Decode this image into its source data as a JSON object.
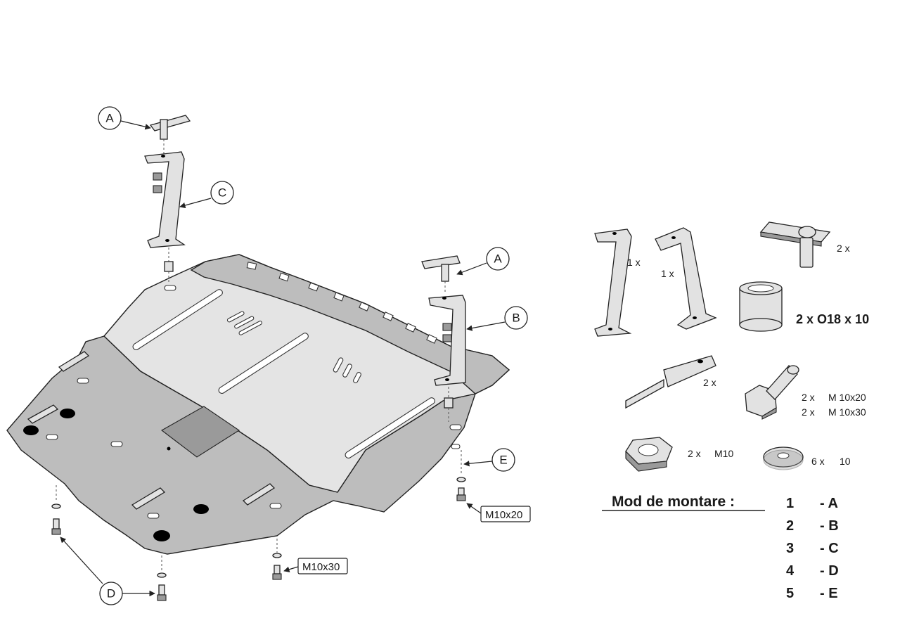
{
  "callouts": {
    "a_top": "A",
    "c": "C",
    "a_right": "A",
    "b": "B",
    "e": "E",
    "d": "D"
  },
  "bolt_labels": {
    "right": "M10x20",
    "bottom": "M10x30"
  },
  "parts": {
    "bracket_tall_qty": "1 x",
    "bracket_short_qty": "1 x",
    "tbolt_qty": "2 x",
    "spacer_label": "2 x O18 x 10",
    "flat_bar_qty": "2 x",
    "bolt_line1_qty": "2 x",
    "bolt_line1_size": "M 10x20",
    "bolt_line2_qty": "2 x",
    "bolt_line2_size": "M 10x30",
    "nut_qty": "2 x",
    "nut_size": "M10",
    "washer_qty": "6 x",
    "washer_size": "10"
  },
  "mounting": {
    "title": "Mod de montare :",
    "steps": [
      {
        "num": "1",
        "letter": "- A"
      },
      {
        "num": "2",
        "letter": "- B"
      },
      {
        "num": "3",
        "letter": "- C"
      },
      {
        "num": "4",
        "letter": "- D"
      },
      {
        "num": "5",
        "letter": "- E"
      }
    ]
  }
}
